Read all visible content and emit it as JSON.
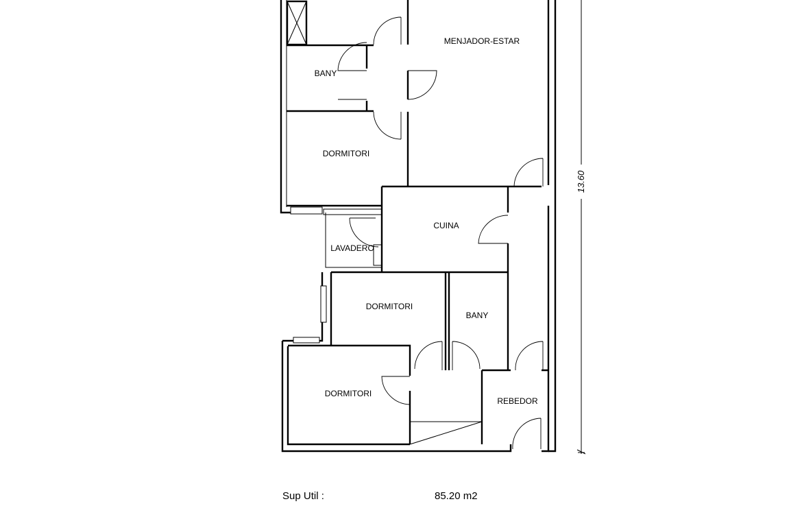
{
  "rooms": {
    "menjador": "MENJADOR-ESTAR",
    "bany1": "BANY",
    "dormitori1": "DORMITORI",
    "cuina": "CUINA",
    "lavadero": "LAVADERO",
    "dormitori2": "DORMITORI",
    "bany2": "BANY",
    "dormitori3": "DORMITORI",
    "rebedor": "REBEDOR"
  },
  "dimension": "13.60",
  "summary": {
    "label": "Sup Util :",
    "value": "85.20 m2"
  }
}
